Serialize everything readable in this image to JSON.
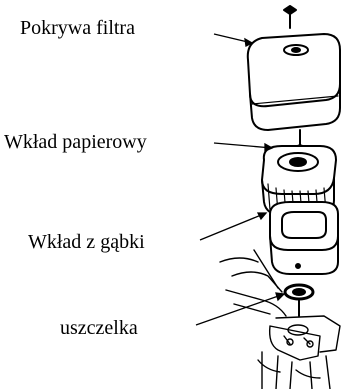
{
  "labels": {
    "filter_cover": "Pokrywa filtra",
    "paper_element": "Wkład papierowy",
    "foam_element": "Wkład z gąbki",
    "gasket": "uszczelka"
  }
}
